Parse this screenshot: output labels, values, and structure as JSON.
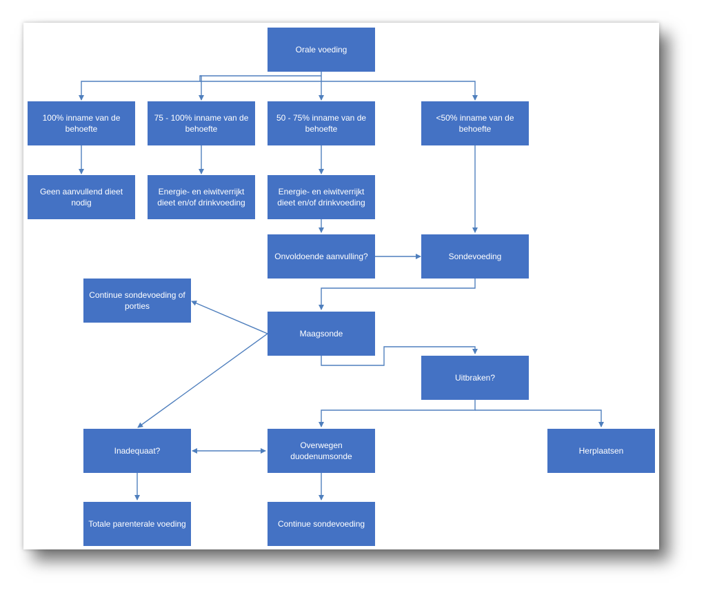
{
  "diagram": {
    "nodes": {
      "orale_voeding": "Orale voeding",
      "inname_100": "100% inname van de behoefte",
      "inname_75_100": "75 - 100% inname van de behoefte",
      "inname_50_75": "50 - 75% inname van de behoefte",
      "inname_lt50": "<50% inname van de behoefte",
      "geen_aanvullend": "Geen aanvullend dieet nodig",
      "energie_1": "Energie- en eiwitverrijkt dieet en/of drinkvoeding",
      "energie_2": "Energie- en eiwitverrijkt dieet en/of drinkvoeding",
      "onvoldoende": "Onvoldoende aanvulling?",
      "sondevoeding": "Sondevoeding",
      "continue_portie": "Continue sondevoeding of porties",
      "maagsonde": "Maagsonde",
      "uitbraken": "Uitbraken?",
      "inadequaat": "Inadequaat?",
      "overwegen": "Overwegen duodenumsonde",
      "herplaatsen": "Herplaatsen",
      "tpn": "Totale parenterale voeding",
      "continue_sonde": "Continue sondevoeding"
    },
    "edges": [
      {
        "from": "orale_voeding",
        "to": "inname_100"
      },
      {
        "from": "orale_voeding",
        "to": "inname_75_100"
      },
      {
        "from": "orale_voeding",
        "to": "inname_50_75"
      },
      {
        "from": "orale_voeding",
        "to": "inname_lt50"
      },
      {
        "from": "inname_100",
        "to": "geen_aanvullend"
      },
      {
        "from": "inname_75_100",
        "to": "energie_1"
      },
      {
        "from": "inname_50_75",
        "to": "energie_2"
      },
      {
        "from": "energie_2",
        "to": "onvoldoende"
      },
      {
        "from": "onvoldoende",
        "to": "sondevoeding"
      },
      {
        "from": "inname_lt50",
        "to": "sondevoeding"
      },
      {
        "from": "sondevoeding",
        "to": "maagsonde"
      },
      {
        "from": "maagsonde",
        "to": "continue_portie"
      },
      {
        "from": "maagsonde",
        "to": "inadequaat"
      },
      {
        "from": "maagsonde",
        "to": "uitbraken"
      },
      {
        "from": "uitbraken",
        "to": "overwegen"
      },
      {
        "from": "uitbraken",
        "to": "herplaatsen"
      },
      {
        "from": "inadequaat",
        "to": "overwegen",
        "bidirectional": true
      },
      {
        "from": "inadequaat",
        "to": "tpn"
      },
      {
        "from": "overwegen",
        "to": "continue_sonde"
      }
    ],
    "colors": {
      "box_fill": "#4472c4",
      "box_text": "#ffffff",
      "connector": "#4f7fbd"
    }
  }
}
